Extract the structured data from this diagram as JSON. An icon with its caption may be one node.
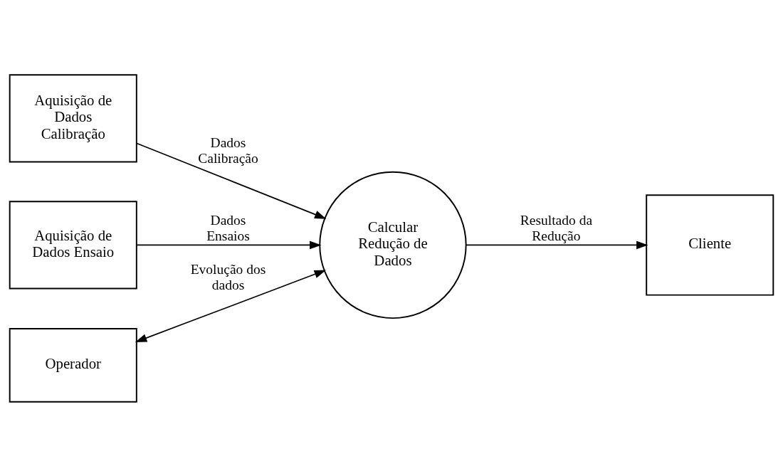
{
  "diagram": {
    "nodes": [
      {
        "text": [
          "Aquisição de Dados Calibração"
        ]
      },
      {
        "text": [
          "Aquisição de Dados Ensaio"
        ]
      },
      {
        "text": [
          "Operador"
        ]
      },
      {
        "text": [
          "Calcular Redução de Dados"
        ]
      },
      {
        "text": [
          "Cliente"
        ]
      }
    ],
    "edges": [
      {
        "from": 0,
        "to": 3,
        "arrow": "to",
        "label": "Dados Calibração"
      },
      {
        "from": 1,
        "to": 3,
        "arrow": "to",
        "label": "Dados Ensaios"
      },
      {
        "from": 3,
        "to": 2,
        "arrow": "both",
        "label": "Evolução dos dados"
      },
      {
        "from": 3,
        "to": 4,
        "arrow": "to",
        "label": "Resultado da Redução"
      }
    ]
  }
}
